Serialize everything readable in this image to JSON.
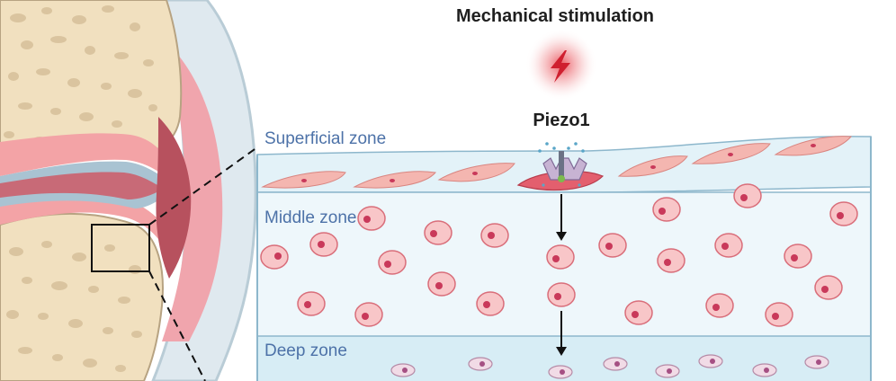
{
  "title": "Mechanical stimulation",
  "channel_label": "Piezo1",
  "zones": {
    "superficial": "Superficial zone",
    "middle": "Middle zone",
    "deep": "Deep zone"
  },
  "colors": {
    "superficial_band": "#e2f2f8",
    "middle_band": "#eef7fb",
    "deep_band": "#d7edf5",
    "boundary": "#8db7cc",
    "cell_fill": "#f8c6c8",
    "cell_stroke": "#d96e7a",
    "nucleus": "#c9395a",
    "flat_cell": "#f3b4ae",
    "activated_cell": "#e25d6d",
    "stimulus": "#cf1f2f",
    "bone": "#f1e0bf",
    "bone_pore": "#d7c19c",
    "label": "#4d72a8",
    "arrow": "#111111"
  },
  "icons": [
    "lightning-icon",
    "piezo1-channel-icon",
    "down-arrow-icon"
  ]
}
